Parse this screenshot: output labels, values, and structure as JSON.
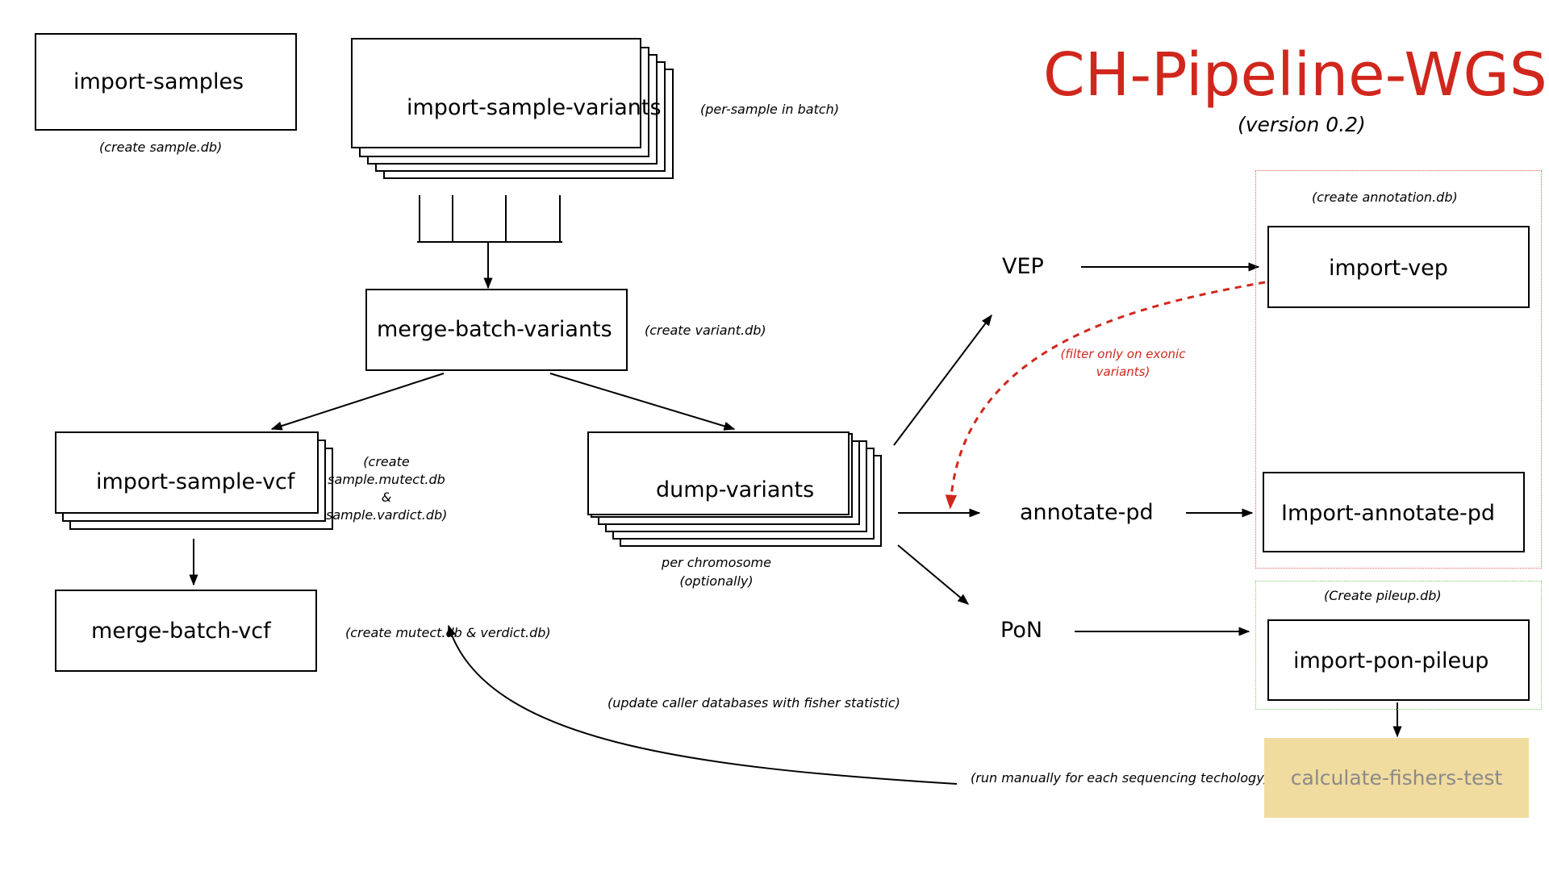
{
  "title": "CH-Pipeline-WGS",
  "version": "(version 0.2)",
  "colors": {
    "title": "#d0271d",
    "filter_arrow": "#d0271d",
    "annotation_group_border": "#e06060",
    "pileup_group_border": "#7ec86a",
    "fisher_box_fill": "#f1dc9f",
    "fisher_text": "#8a8a8a"
  },
  "nodes": {
    "import_samples": "import-samples",
    "import_sample_variants": "import-sample-variants",
    "merge_batch_variants": "merge-batch-variants",
    "import_sample_vcf": "import-sample-vcf",
    "merge_batch_vcf": "merge-batch-vcf",
    "dump_variants": "dump-variants",
    "vep": "VEP",
    "annotate_pd": "annotate-pd",
    "pon": "PoN",
    "import_vep": "import-vep",
    "import_annotate_pd": "Import-annotate-pd",
    "import_pon_pileup": "import-pon-pileup",
    "calculate_fishers_test": "calculate-fishers-test"
  },
  "notes": {
    "create_sample_db": "(create sample.db)",
    "per_sample_in_batch": "(per-sample in batch)",
    "create_variant_db": "(create variant.db)",
    "create_sample_mutect_line1": "(create",
    "create_sample_mutect_line2": "sample.mutect.db",
    "create_sample_mutect_line3": "&",
    "create_sample_mutect_line4": "sample.vardict.db)",
    "per_chromosome_line1": "per chromosome",
    "per_chromosome_line2": "(optionally)",
    "create_mutect_verdict": "(create mutect.db & verdict.db)",
    "update_caller_databases": "(update caller databases with fisher statistic)",
    "run_manually": "(run manually for each sequencing techology)",
    "create_annotation_db": "(create annotation.db)",
    "filter_exonic_line1": "(filter only on exonic",
    "filter_exonic_line2": "variants)",
    "create_pileup_db": "(Create pileup.db)"
  }
}
